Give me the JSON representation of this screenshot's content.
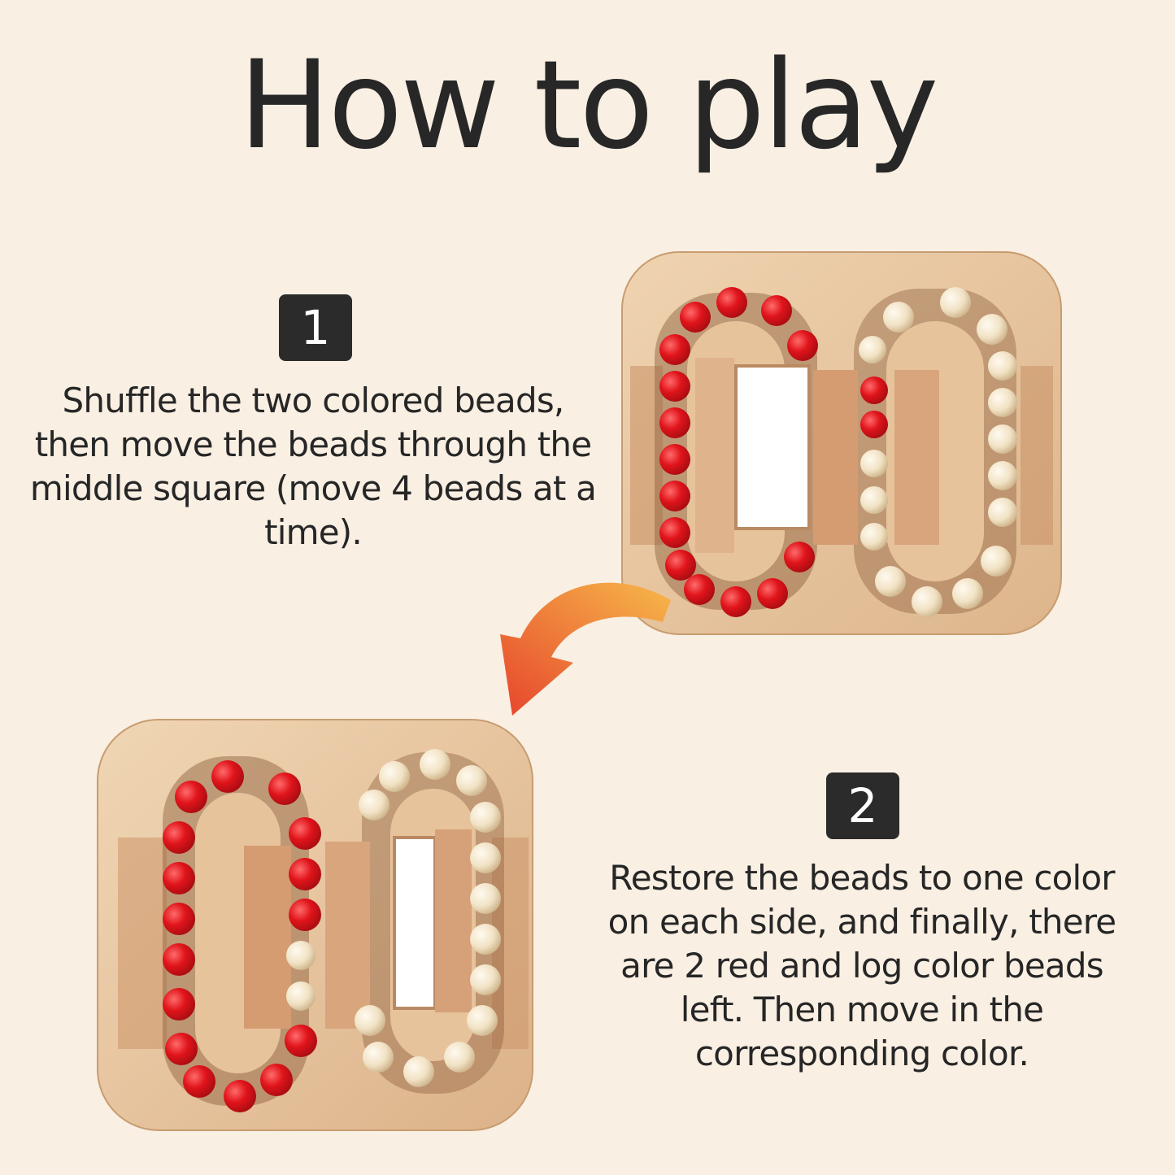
{
  "title": "How to play",
  "steps": [
    {
      "number": "1",
      "text": "Shuffle the two colored beads, then move the beads through the middle square (move 4 beads at a time)."
    },
    {
      "number": "2",
      "text": "Restore the beads to one color on each side, and finally, there are 2 red and log color beads left. Then move in the corresponding color."
    }
  ],
  "colors": {
    "background": "#f9efe3",
    "wood": "#e7c39c",
    "red_bead": "#e0141b",
    "natural_bead": "#f1e2c4",
    "badge": "#2b2b2b",
    "arrow_start": "#f7b84a",
    "arrow_end": "#e6452c"
  },
  "icons": [
    "curved-arrow-icon"
  ]
}
